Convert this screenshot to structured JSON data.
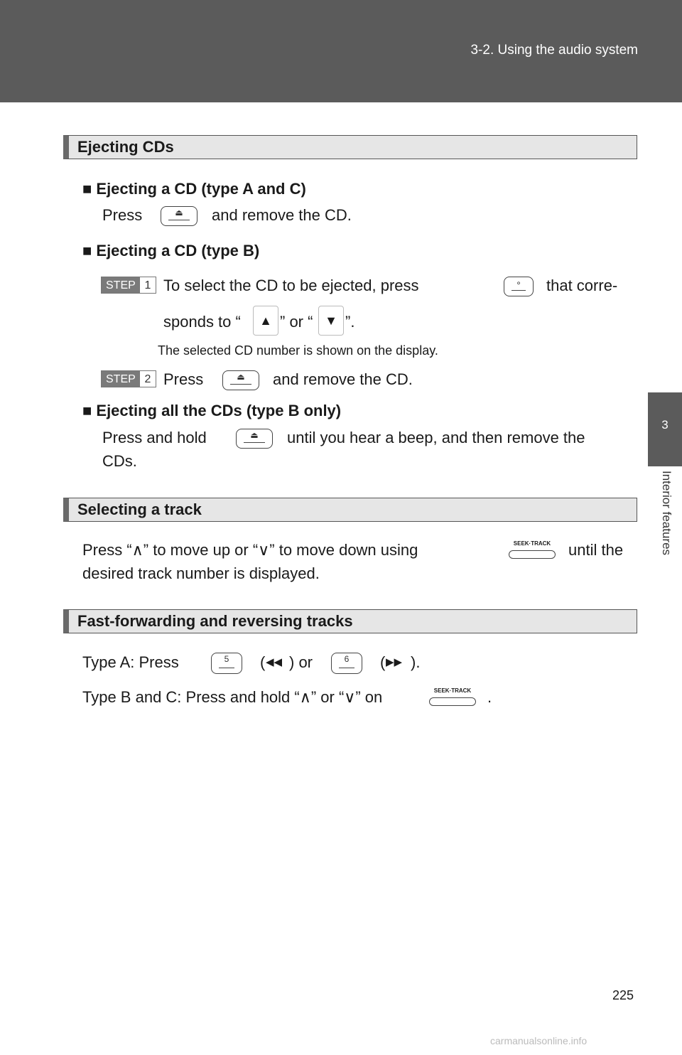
{
  "header": {
    "title": "3-2. Using the audio system"
  },
  "side_tab": {
    "number": "3",
    "label": "Interior features"
  },
  "sections": {
    "ejecting": {
      "title": "Ejecting CDs",
      "sub_a": "■ Ejecting a CD (type A and C)",
      "sub_a_press": "Press",
      "sub_a_rest": "and remove the CD.",
      "sub_b": "■ Ejecting a CD (type B)",
      "step1_label": "STEP",
      "step1_num": "1",
      "step1_text_a": "To  select  the  CD  to  be  ejected,  press",
      "step1_text_b": "that  corre-",
      "step1_line2_a": "sponds to “",
      "step1_line2_b": "” or “",
      "step1_line2_c": "”.",
      "step1_note": "The selected CD number is shown on the display.",
      "step2_label": "STEP",
      "step2_num": "2",
      "step2_press": "Press",
      "step2_rest": "and remove the CD.",
      "sub_c": "■ Ejecting all the CDs (type B only)",
      "sub_c_press": "Press and hold",
      "sub_c_rest": "until you hear a beep, and then remove the",
      "sub_c_line2": "CDs."
    },
    "selecting": {
      "title": "Selecting a track",
      "line1_a": "Press  “∧”  to  move  up  or  “∨”  to  move  down  using",
      "line1_b": "until  the",
      "line2": "desired track number is displayed."
    },
    "fast": {
      "title": "Fast-forwarding and reversing tracks",
      "line1_a": "Type A: Press",
      "line1_b": "(",
      "line1_c": ") or",
      "line1_d": "(",
      "line1_e": ").",
      "line2_a": "Type B and C: Press and hold “∧” or “∨” on",
      "line2_b": "."
    }
  },
  "icons": {
    "eject": "⏏",
    "dot": "∘",
    "up": "▲",
    "down": "▼",
    "rewind": "◀◀",
    "ffwd": "▶▶",
    "btn5": "5",
    "btn6": "6",
    "seek": "SEEK·TRACK"
  },
  "footer": {
    "page": "225",
    "watermark": "carmanualsonline.info"
  }
}
